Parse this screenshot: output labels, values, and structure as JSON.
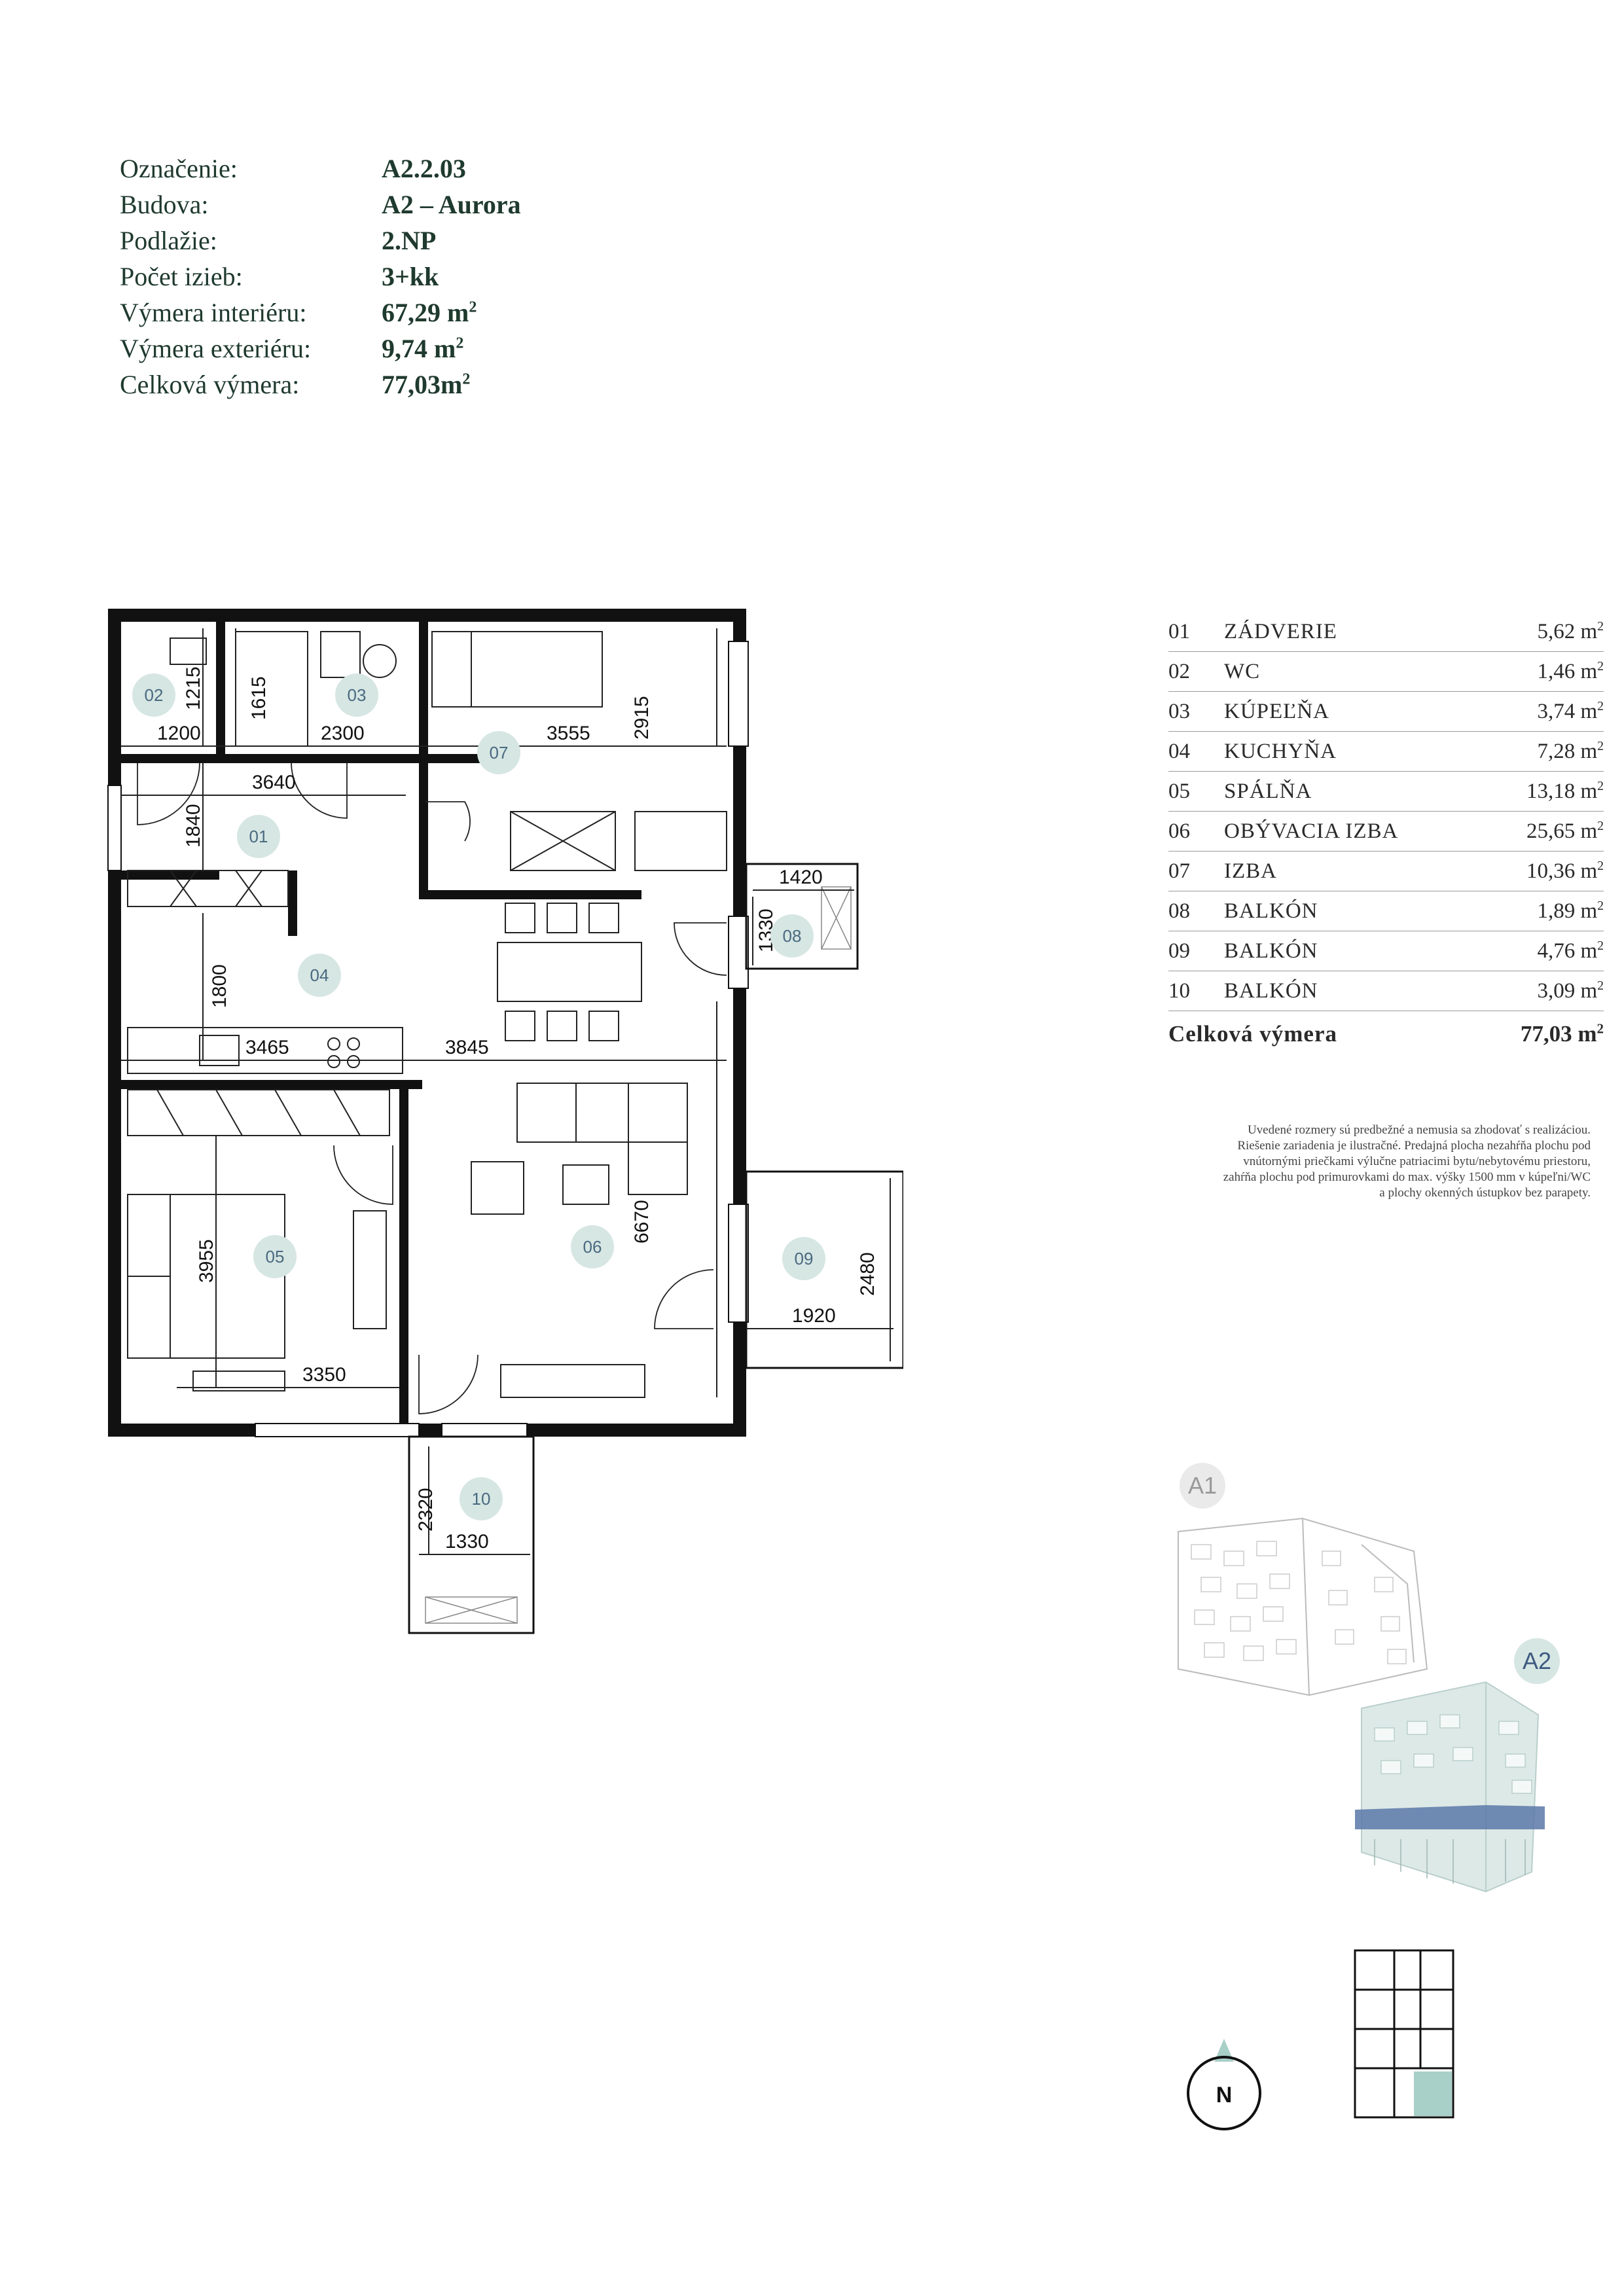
{
  "info": {
    "rows": [
      {
        "label": "Označenie:",
        "value": "A2.2.03"
      },
      {
        "label": "Budova:",
        "value": "A2 – Aurora"
      },
      {
        "label": "Podlažie:",
        "value": "2.NP"
      },
      {
        "label": "Počet izieb:",
        "value": "3+kk"
      },
      {
        "label": "Výmera interiéru:",
        "value": "67,29 m",
        "sup": "2"
      },
      {
        "label": "Výmera exteriéru:",
        "value": "9,74 m",
        "sup": "2"
      },
      {
        "label": "Celková výmera:",
        "value": "77,03m",
        "sup": "2"
      }
    ]
  },
  "rooms": [
    {
      "num": "01",
      "name": "ZÁDVERIE",
      "area": "5,62 m",
      "sup": "2"
    },
    {
      "num": "02",
      "name": "WC",
      "area": "1,46 m",
      "sup": "2"
    },
    {
      "num": "03",
      "name": "KÚPEĽŇA",
      "area": "3,74 m",
      "sup": "2"
    },
    {
      "num": "04",
      "name": "KUCHYŇA",
      "area": "7,28 m",
      "sup": "2"
    },
    {
      "num": "05",
      "name": "SPÁLŇA",
      "area": "13,18 m",
      "sup": "2"
    },
    {
      "num": "06",
      "name": "OBÝVACIA IZBA",
      "area": "25,65 m",
      "sup": "2"
    },
    {
      "num": "07",
      "name": "IZBA",
      "area": "10,36 m",
      "sup": "2"
    },
    {
      "num": "08",
      "name": "BALKÓN",
      "area": "1,89 m",
      "sup": "2"
    },
    {
      "num": "09",
      "name": "BALKÓN",
      "area": "4,76 m",
      "sup": "2"
    },
    {
      "num": "10",
      "name": "BALKÓN",
      "area": "3,09 m",
      "sup": "2"
    }
  ],
  "total": {
    "label": "Celková výmera",
    "value": "77,03 m",
    "sup": "2"
  },
  "note": {
    "lines": [
      "Uvedené rozmery sú predbežné a nemusia sa zhodovať s realizáciou.",
      "Riešenie zariadenia je ilustračné. Predajná plocha nezahŕňa plochu pod",
      "vnútornými priečkami výlučne patriacimi bytu/nebytovému priestoru,",
      "zahŕňa plochu pod primurovkami do max. výšky 1500 mm v kúpeľni/WC",
      "a plochy okenných ústupkov bez parapety."
    ]
  },
  "plan": {
    "room_labels": [
      "01",
      "02",
      "03",
      "04",
      "05",
      "06",
      "07",
      "08",
      "09",
      "10"
    ],
    "dims": {
      "d1200": "1200",
      "d1215": "1215",
      "d1615": "1615",
      "d2300": "2300",
      "d3555": "3555",
      "d2915": "2915",
      "d3640": "3640",
      "d1840": "1840",
      "d1420": "1420",
      "d1330a": "1330",
      "d1800": "1800",
      "d3465": "3465",
      "d3845": "3845",
      "d3955": "3955",
      "d3350": "3350",
      "d6670": "6670",
      "d2480": "2480",
      "d1920": "1920",
      "d2320": "2320",
      "d1330b": "1330"
    }
  },
  "buildings": {
    "a1": "A1",
    "a2": "A2"
  },
  "compass": {
    "label": "N"
  },
  "colors": {
    "text_green": "#1f3a2e",
    "bubble": "#d6e6e3",
    "bubble_text": "#4a6a80",
    "accent_blue": "#5a78a8",
    "wall": "#111111"
  }
}
